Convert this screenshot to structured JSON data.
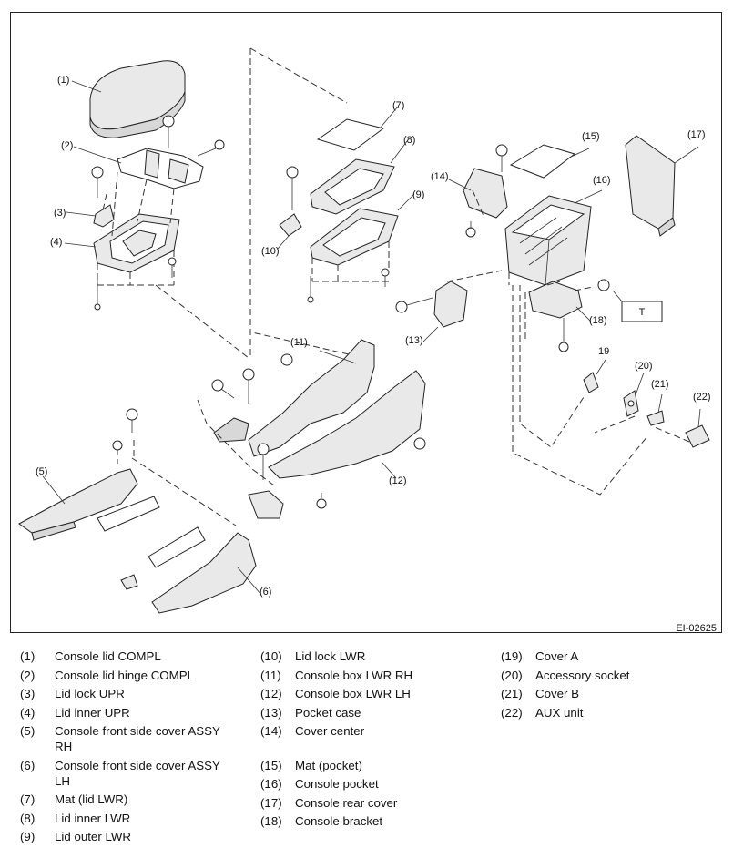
{
  "diagram": {
    "reference_code": "EI-02625",
    "t_box_label": "T",
    "callouts": [
      "(1)",
      "(2)",
      "(3)",
      "(4)",
      "(5)",
      "(6)",
      "(7)",
      "(8)",
      "(9)",
      "(10)",
      "(11)",
      "(12)",
      "(13)",
      "(14)",
      "(15)",
      "(16)",
      "(17)",
      "(18)",
      "19",
      "(20)",
      "(21)",
      "(22)"
    ]
  },
  "legend": {
    "columns": [
      [
        {
          "num": "(1)",
          "label": "Console lid COMPL"
        },
        {
          "num": "(2)",
          "label": "Console lid hinge COMPL"
        },
        {
          "num": "(3)",
          "label": "Lid lock UPR"
        },
        {
          "num": "(4)",
          "label": "Lid inner UPR"
        },
        {
          "num": "(5)",
          "label": "Console front side cover ASSY RH"
        },
        {
          "num": "(6)",
          "label": "Console front side cover ASSY LH"
        },
        {
          "num": "(7)",
          "label": "Mat (lid LWR)"
        },
        {
          "num": "(8)",
          "label": "Lid inner LWR"
        },
        {
          "num": "(9)",
          "label": "Lid outer LWR"
        }
      ],
      [
        {
          "num": "(10)",
          "label": "Lid lock LWR"
        },
        {
          "num": "(11)",
          "label": "Console box LWR RH"
        },
        {
          "num": "(12)",
          "label": "Console box LWR LH"
        },
        {
          "num": "(13)",
          "label": "Pocket case"
        },
        {
          "num": "(14)",
          "label": "Cover center"
        },
        {
          "num": "(15)",
          "label": "Mat (pocket)"
        },
        {
          "num": "(16)",
          "label": "Console pocket"
        },
        {
          "num": "(17)",
          "label": "Console rear cover"
        },
        {
          "num": "(18)",
          "label": "Console bracket"
        }
      ],
      [
        {
          "num": "(19)",
          "label": "Cover A"
        },
        {
          "num": "(20)",
          "label": "Accessory socket"
        },
        {
          "num": "(21)",
          "label": "Cover B"
        },
        {
          "num": "(22)",
          "label": "AUX unit"
        }
      ]
    ]
  }
}
